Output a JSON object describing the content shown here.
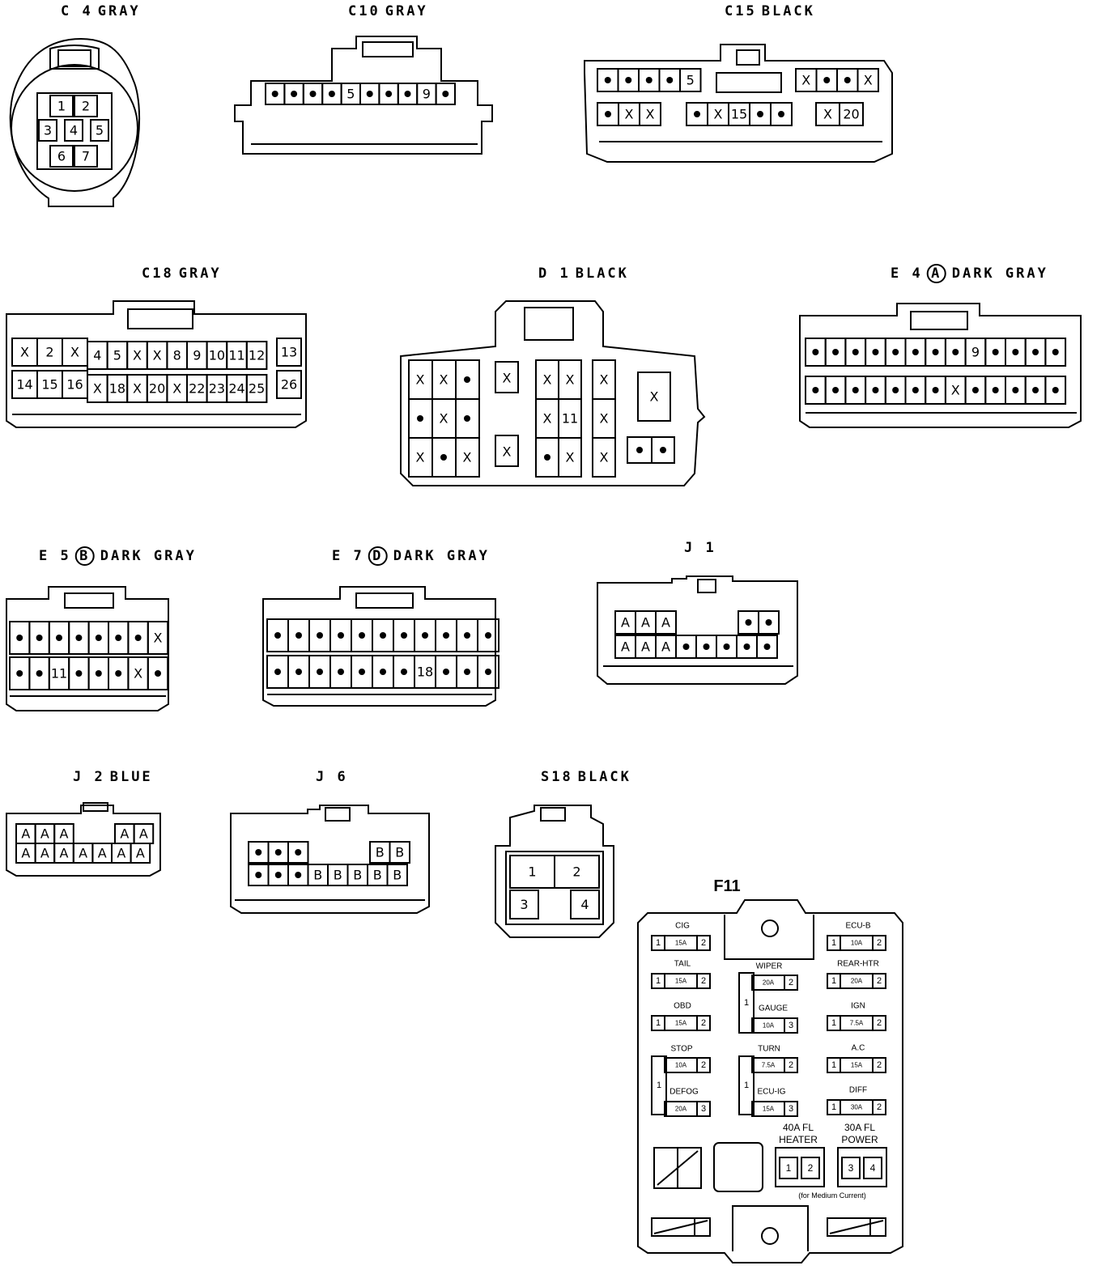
{
  "connectors": [
    {
      "id": "C 4",
      "color": "GRAY",
      "pins": [
        "1",
        "2",
        "3",
        "4",
        "5",
        "6",
        "7"
      ]
    },
    {
      "id": "C10",
      "color": "GRAY",
      "row1": [
        "•",
        "•",
        "•",
        "•",
        "5",
        "•",
        "•",
        "•",
        "9",
        "•"
      ]
    },
    {
      "id": "C15",
      "color": "BLACK",
      "row1": [
        "•",
        "•",
        "•",
        "•",
        "5",
        "",
        "X",
        "•",
        "•",
        "X"
      ],
      "row2": [
        "•",
        "X",
        "X",
        "•",
        "X",
        "15",
        "•",
        "•",
        "X",
        "20"
      ]
    },
    {
      "id": "C18",
      "color": "GRAY",
      "row1": [
        "X",
        "2",
        "X",
        "4",
        "5",
        "X",
        "X",
        "8",
        "9",
        "10",
        "11",
        "12",
        "13"
      ],
      "row2": [
        "14",
        "15",
        "16",
        "X",
        "18",
        "X",
        "20",
        "X",
        "22",
        "23",
        "24",
        "25",
        "26"
      ]
    },
    {
      "id": "D 1",
      "color": "BLACK",
      "cells": [
        "X",
        "X",
        "•",
        "X",
        "•",
        "X",
        "•",
        "X",
        "X",
        "•",
        "X",
        "X",
        "X",
        "X",
        "X",
        "•",
        "X",
        "X",
        "X",
        "X",
        "X",
        "11",
        "X",
        "•",
        "•"
      ]
    },
    {
      "id": "E 4",
      "badge": "A",
      "color": "DARK GRAY",
      "row1": [
        "•",
        "•",
        "•",
        "•",
        "•",
        "•",
        "•",
        "•",
        "9",
        "•",
        "•",
        "•",
        "•"
      ],
      "row2": [
        "•",
        "•",
        "•",
        "•",
        "•",
        "•",
        "•",
        "X",
        "•",
        "•",
        "•",
        "•",
        "•"
      ]
    },
    {
      "id": "E 5",
      "badge": "B",
      "color": "DARK GRAY",
      "row1": [
        "•",
        "•",
        "•",
        "•",
        "•",
        "•",
        "•",
        "X"
      ],
      "row2": [
        "•",
        "•",
        "11",
        "•",
        "•",
        "•",
        "X",
        "•"
      ]
    },
    {
      "id": "E 7",
      "badge": "D",
      "color": "DARK GRAY",
      "row1": [
        "•",
        "•",
        "•",
        "•",
        "•",
        "•",
        "•",
        "•",
        "•",
        "•",
        "•"
      ],
      "row2": [
        "•",
        "•",
        "•",
        "•",
        "•",
        "•",
        "•",
        "18",
        "•",
        "•",
        "•"
      ]
    },
    {
      "id": "J 1",
      "color": "",
      "row1": [
        "A",
        "A",
        "A",
        "•",
        "•"
      ],
      "row2": [
        "A",
        "A",
        "A",
        "•",
        "•",
        "•",
        "•",
        "•"
      ]
    },
    {
      "id": "J 2",
      "color": "BLUE",
      "row1": [
        "A",
        "A",
        "A",
        "A",
        "A"
      ],
      "row2": [
        "A",
        "A",
        "A",
        "A",
        "A",
        "A",
        "A"
      ]
    },
    {
      "id": "J 6",
      "color": "",
      "row1": [
        "•",
        "•",
        "•",
        "B",
        "B"
      ],
      "row2": [
        "•",
        "•",
        "•",
        "B",
        "B",
        "B",
        "B",
        "B"
      ]
    },
    {
      "id": "S18",
      "color": "BLACK",
      "pins": [
        "1",
        "2",
        "3",
        "4"
      ]
    }
  ],
  "fuse_box": {
    "id": "F11",
    "fuses": [
      {
        "name": "CIG",
        "rating": "15A",
        "a": "1",
        "b": "2"
      },
      {
        "name": "TAIL",
        "rating": "15A",
        "a": "1",
        "b": "2"
      },
      {
        "name": "OBD",
        "rating": "15A",
        "a": "1",
        "b": "2"
      },
      {
        "name": "STOP",
        "rating": "10A",
        "a": "1",
        "b": "2"
      },
      {
        "name": "DEFOG",
        "rating": "20A",
        "a": "1",
        "b": "3"
      },
      {
        "name": "WIPER",
        "rating": "20A",
        "a": "1",
        "b": "2"
      },
      {
        "name": "GAUGE",
        "rating": "10A",
        "a": "1",
        "b": "3"
      },
      {
        "name": "TURN",
        "rating": "7.5A",
        "a": "1",
        "b": "2"
      },
      {
        "name": "ECU-IG",
        "rating": "15A",
        "a": "1",
        "b": "3"
      },
      {
        "name": "ECU-B",
        "rating": "10A",
        "a": "1",
        "b": "2"
      },
      {
        "name": "REAR-HTR",
        "rating": "20A",
        "a": "1",
        "b": "2"
      },
      {
        "name": "IGN",
        "rating": "7.5A",
        "a": "1",
        "b": "2"
      },
      {
        "name": "A.C",
        "rating": "15A",
        "a": "1",
        "b": "2"
      },
      {
        "name": "DIFF",
        "rating": "30A",
        "a": "1",
        "b": "2"
      }
    ],
    "heater_label1": "40A FL",
    "heater_label2": "HEATER",
    "heater_pins": [
      "1",
      "2"
    ],
    "power_label1": "30A FL",
    "power_label2": "POWER",
    "power_pins": [
      "3",
      "4"
    ],
    "note": "(for Medium Current)"
  }
}
